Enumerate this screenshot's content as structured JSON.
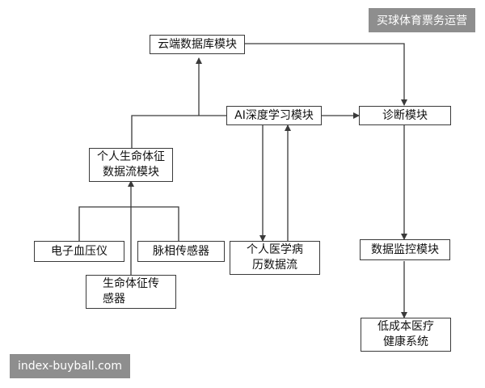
{
  "diagram": {
    "nodes": {
      "cloud_db": "云端数据库模块",
      "ai_learning": "AI深度学习模块",
      "diagnosis": "诊断模块",
      "vital_stream": "个人生命体征\n数据流模块",
      "bp_monitor": "电子血压仪",
      "pulse_sensor": "脉相传感器",
      "vital_sensor": "生命体征传\n感器",
      "medical_record": "个人医学病\n历数据流",
      "data_monitor": "数据监控模块",
      "low_cost_system": "低成本医疗\n健康系统"
    }
  },
  "watermarks": {
    "top_right": "买球体育票务运营",
    "bottom_left": "index-buyball.com"
  },
  "colors": {
    "line": "#3a3a3a",
    "watermark_bg": "#8e8e8e",
    "watermark_text": "#ffffff"
  }
}
